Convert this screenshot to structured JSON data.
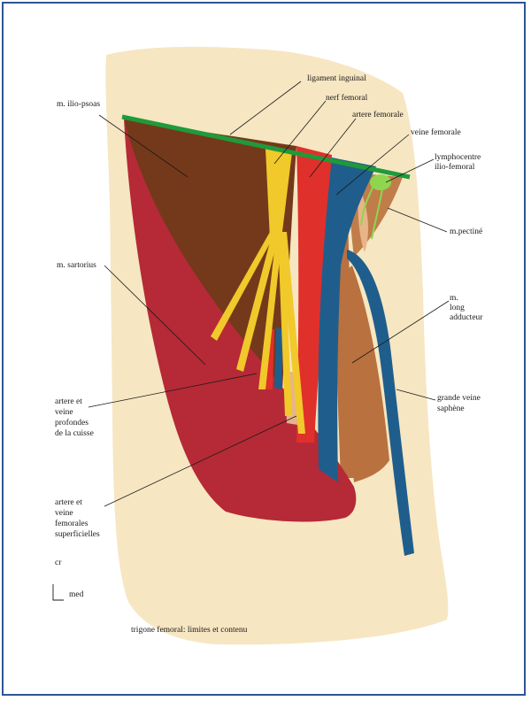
{
  "labels": {
    "ligament_inguinal": "ligament inguinal",
    "nerf_femoral": "nerf femoral",
    "artere_femorale": "artere femorale",
    "veine_femorale": "veine femorale",
    "lymphocentre_1": "lymphocentre",
    "lymphocentre_2": "ilio-femoral",
    "ilio_psoas": "m. ilio-psoas",
    "pectine": "m.pectiné",
    "sartorius": "m. sartorius",
    "long_adducteur_1": "m.",
    "long_adducteur_2": "long",
    "long_adducteur_3": "adducteur",
    "profondes_1": "artere et",
    "profondes_2": "veine",
    "profondes_3": "profondes",
    "profondes_4": "de la cuisse",
    "grande_saphene_1": "grande veine",
    "grande_saphene_2": "saphène",
    "superficielles_1": "artere et",
    "superficielles_2": "veine",
    "superficielles_3": "femorales",
    "superficielles_4": "superficielles",
    "orient_cr": "cr",
    "orient_med": "med",
    "caption": "trigone femoral: limites et contenu"
  },
  "colors": {
    "skin": "#f6e6c2",
    "ilio_psoas": "#74391a",
    "pectine": "#c07d4a",
    "long_adducteur": "#b8713f",
    "sartorius": "#b52a36",
    "nerve": "#f1c92a",
    "artery": "#e0302b",
    "vein": "#1f5e8c",
    "ligament": "#1f9a3a",
    "lymph": "#8ed64f",
    "frame": "#2f5597"
  }
}
